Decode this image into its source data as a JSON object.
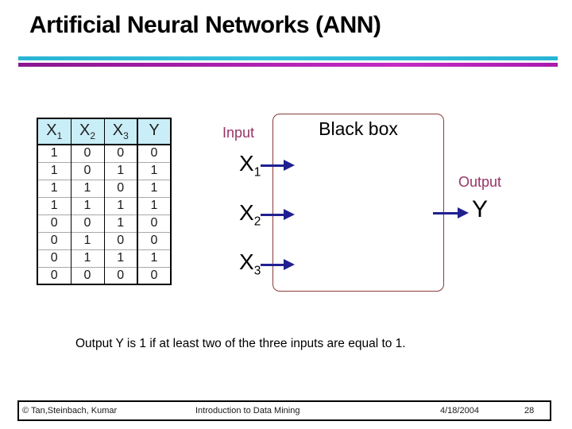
{
  "slide": {
    "title": "Artificial Neural Networks (ANN)",
    "caption": "Output Y is 1 if at least two of the three inputs are equal to 1."
  },
  "truth_table": {
    "headers": [
      {
        "base": "X",
        "sub": "1"
      },
      {
        "base": "X",
        "sub": "2"
      },
      {
        "base": "X",
        "sub": "3"
      },
      {
        "base": "Y",
        "sub": ""
      }
    ],
    "rows": [
      [
        "1",
        "0",
        "0",
        "0"
      ],
      [
        "1",
        "0",
        "1",
        "1"
      ],
      [
        "1",
        "1",
        "0",
        "1"
      ],
      [
        "1",
        "1",
        "1",
        "1"
      ],
      [
        "0",
        "0",
        "1",
        "0"
      ],
      [
        "0",
        "1",
        "0",
        "0"
      ],
      [
        "0",
        "1",
        "1",
        "1"
      ],
      [
        "0",
        "0",
        "0",
        "0"
      ]
    ]
  },
  "diagram": {
    "box_label": "Black box",
    "input_label": "Input",
    "output_label": "Output",
    "inputs": [
      {
        "base": "X",
        "sub": "1"
      },
      {
        "base": "X",
        "sub": "2"
      },
      {
        "base": "X",
        "sub": "3"
      }
    ],
    "output_var": "Y"
  },
  "footer": {
    "copyright": "© Tan,Steinbach, Kumar",
    "center": "Introduction to Data Mining",
    "date": "4/18/2004",
    "page": "28"
  },
  "colors": {
    "title-color": "#000000",
    "rule-cyan": "#2ab4d4",
    "rule-purple": "#8a1690",
    "rule-purple-bright": "#c42ac4",
    "table-header-bg": "#c9eef7",
    "arrow-navy": "#202090",
    "box-border": "#8b3a3a",
    "io-label": "#993366"
  }
}
